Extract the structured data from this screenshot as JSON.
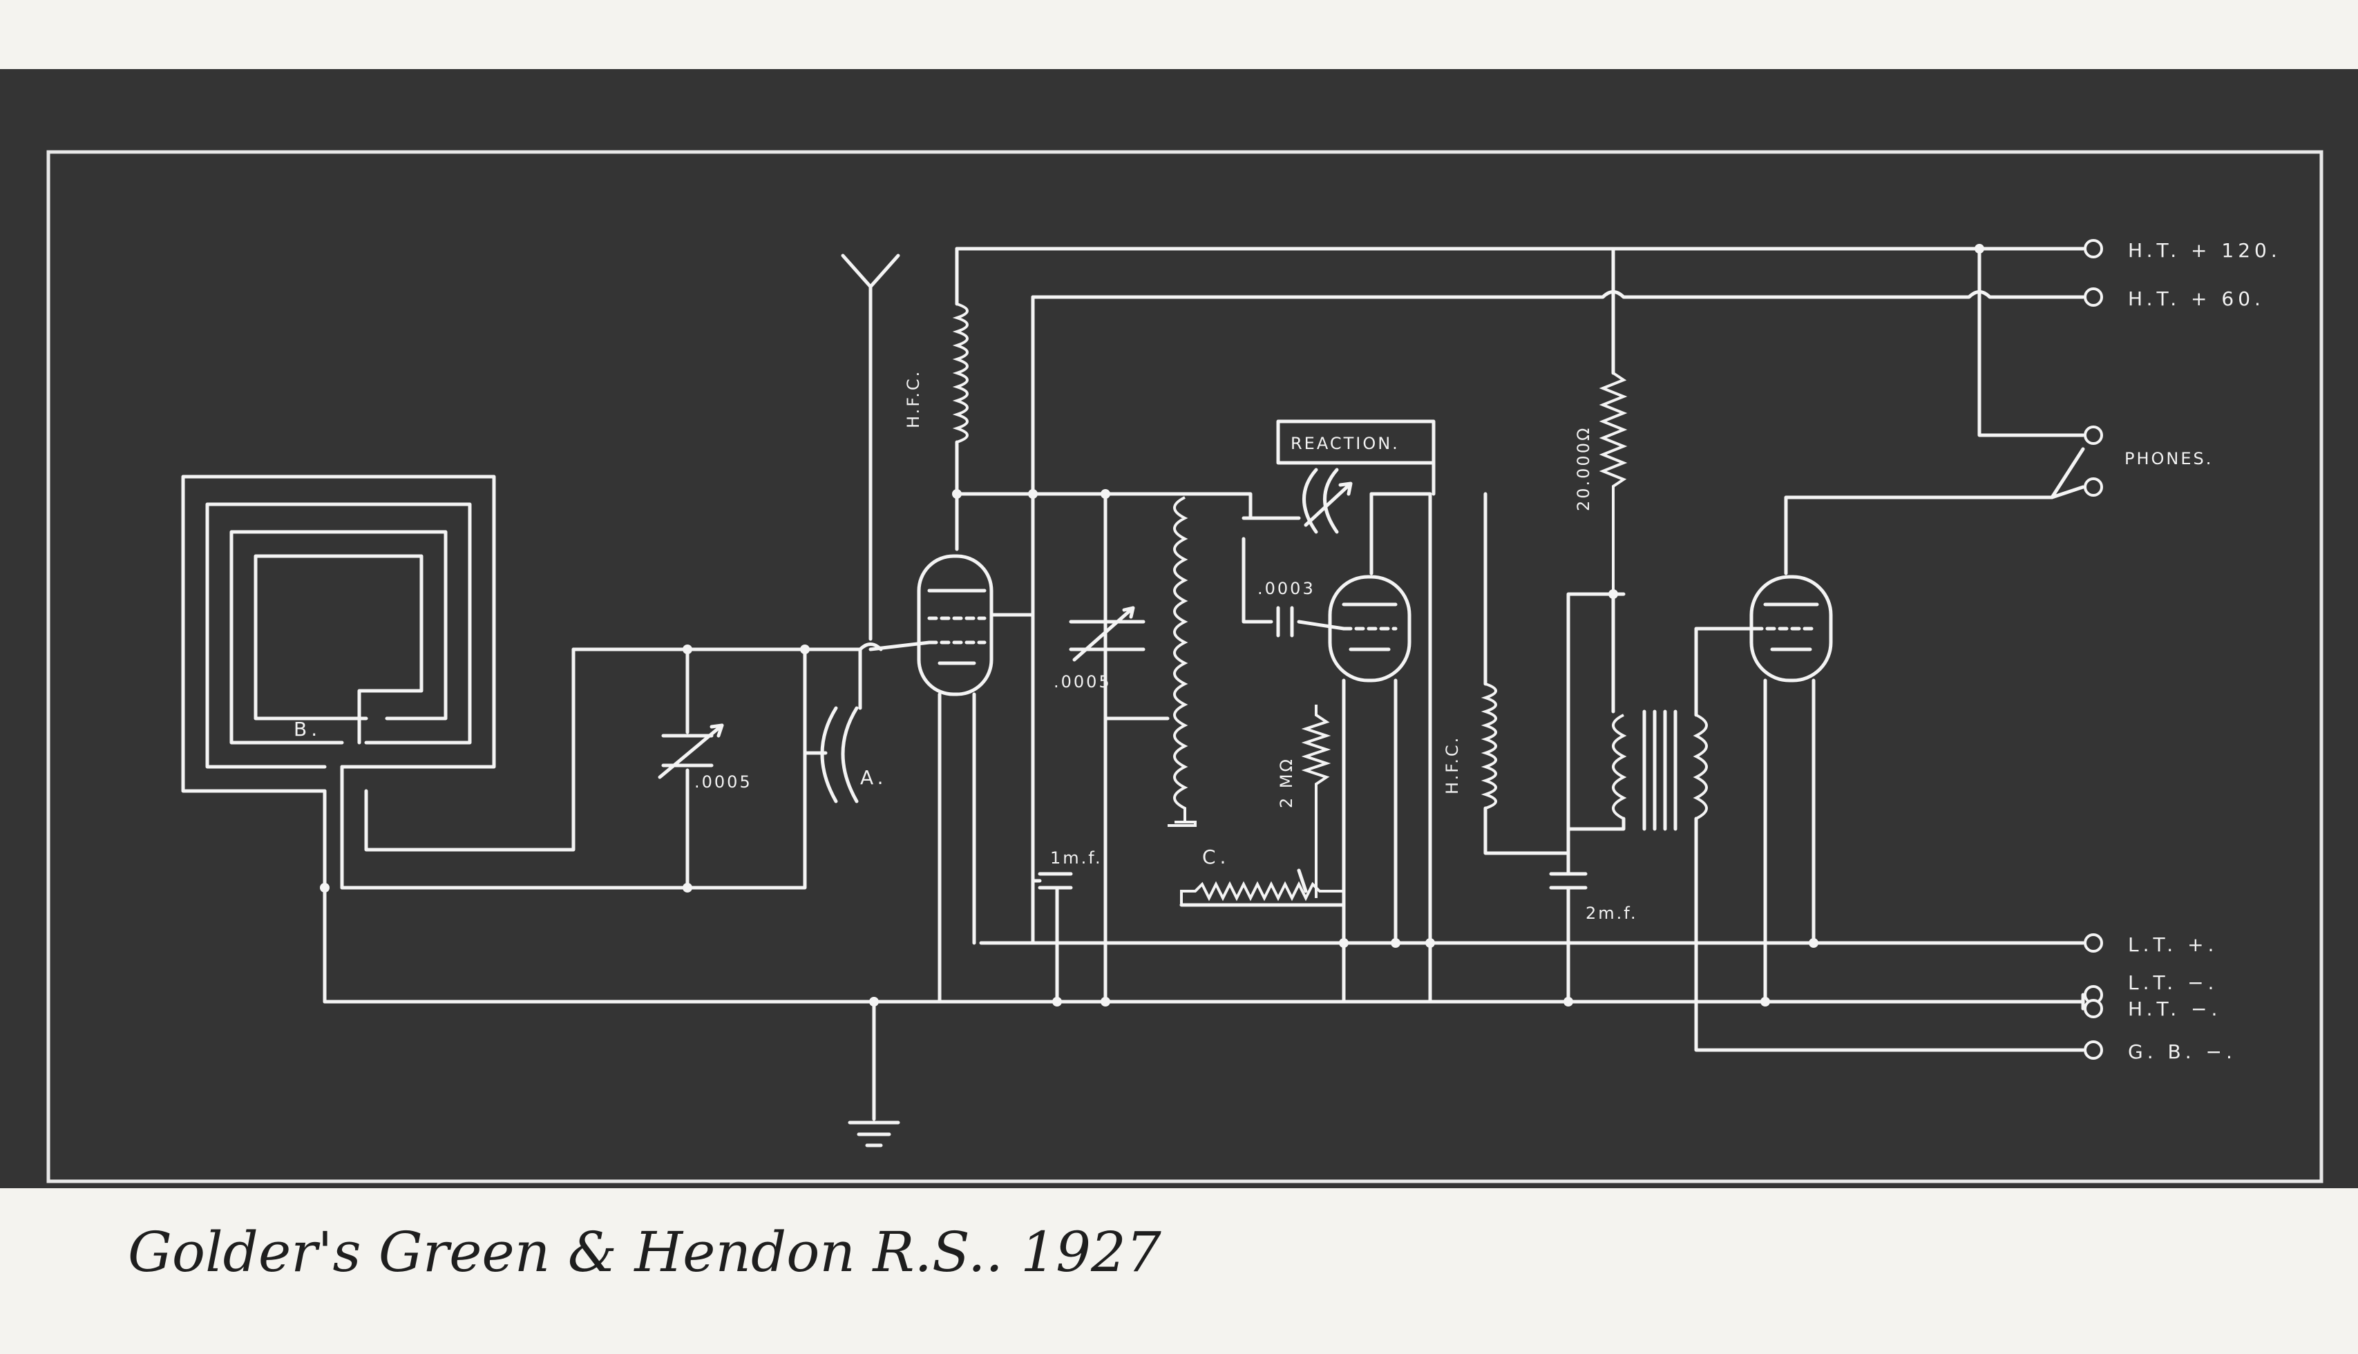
{
  "background": {
    "paper": "#f4f3ef",
    "board": "#343434",
    "ink": "#f4f4f4"
  },
  "terminals": {
    "ht120": "H.T. + 120.",
    "ht60": "H.T. + 60.",
    "phones": "PHONES.",
    "lt_plus": "L.T. +.",
    "lt_minus": "L.T. −.",
    "ht_minus": "H.T. −.",
    "gb_minus": "G. B. −."
  },
  "components": {
    "hfc1": "H.F.C.",
    "hfc2": "H.F.C.",
    "reaction": "REACTION.",
    "cap_tuning": ".0005",
    "cap_aerial_label": "A.",
    "cap_mid": ".0005",
    "cap_grid": ".0003",
    "res_anode": "20.000Ω",
    "res_grid": "2 MΩ",
    "cap_1mf": "1m.f.",
    "cap_2mf": "2m.f.",
    "pot_label": "C.",
    "frame_tap_label": "B."
  },
  "caption": "Golder's Green & Hendon R.S.. 1927"
}
